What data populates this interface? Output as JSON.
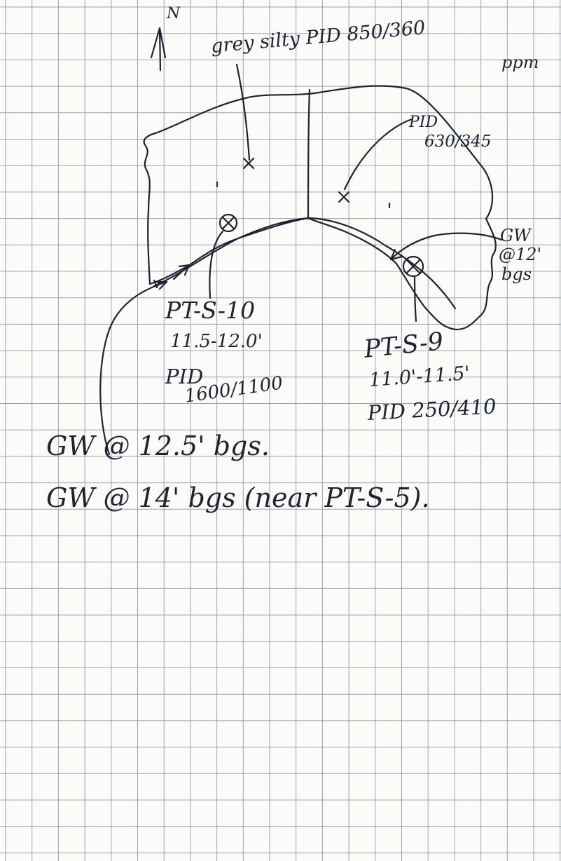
{
  "sheet": {
    "paper_color": "#fbfbf9",
    "grid_color": "#9aa3ad",
    "ink_color": "#1f2230"
  },
  "notes": {
    "north": "N",
    "grey_silty": "grey silty PID 850/360",
    "ppm": "ppm",
    "pid_right": "PID",
    "pid_right_value": "630/345",
    "gw_12_line1": "GW",
    "gw_12_line2": "@12'",
    "gw_12_line3": "bgs",
    "pts10_label": "PT-S-10",
    "pts10_depth": "11.5-12.0'",
    "pts10_pid": "PID",
    "pts10_pid_value": "1600/1100",
    "pts9_label": "PT-S-9",
    "pts9_depth": "11.0'-11.5'",
    "pts9_pid": "PID 250/410",
    "gw_125": "GW @ 12.5' bgs.",
    "gw_14": "GW @ 14' bgs (near PT-S-5)."
  }
}
